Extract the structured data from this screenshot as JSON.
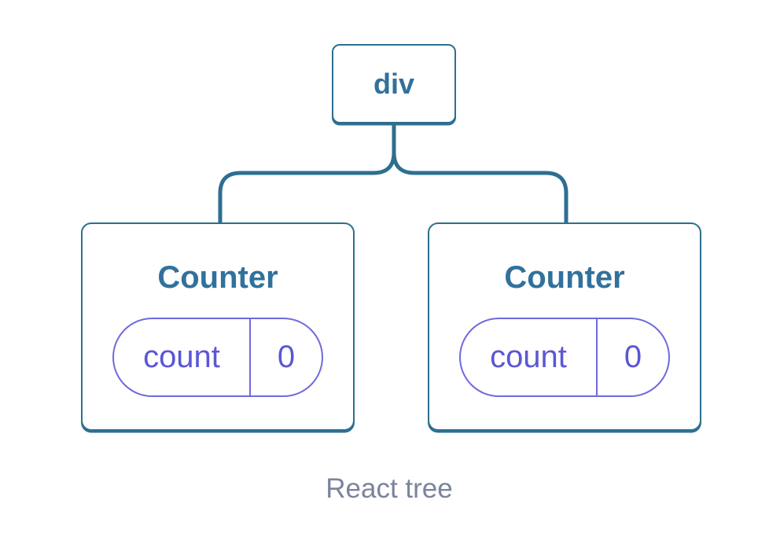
{
  "diagram": {
    "root": {
      "label": "div"
    },
    "children": [
      {
        "title": "Counter",
        "state": {
          "key": "count",
          "value": "0"
        }
      },
      {
        "title": "Counter",
        "state": {
          "key": "count",
          "value": "0"
        }
      }
    ],
    "caption": "React tree",
    "colors": {
      "node_stroke": "#2d6f90",
      "node_text": "#31719c",
      "state_stroke": "#6f6ade",
      "state_text": "#5b57d5",
      "caption_text": "#7b849c",
      "background": "#ffffff"
    }
  }
}
